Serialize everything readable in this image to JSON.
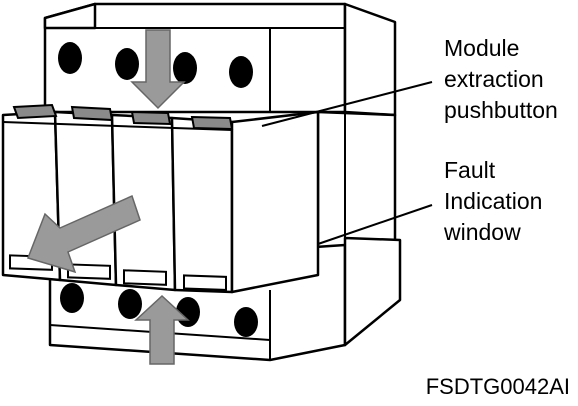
{
  "labels": {
    "pushbutton": [
      "Module",
      "extraction",
      "pushbutton"
    ],
    "window": [
      "Fault",
      "Indication",
      "window"
    ],
    "code": "FSDTG0042AI"
  },
  "colors": {
    "outline": "#000000",
    "hole": "#000000",
    "button": "#8a8a8a",
    "arrow": "#9a9a9a",
    "arrow_stroke": "#666666"
  }
}
